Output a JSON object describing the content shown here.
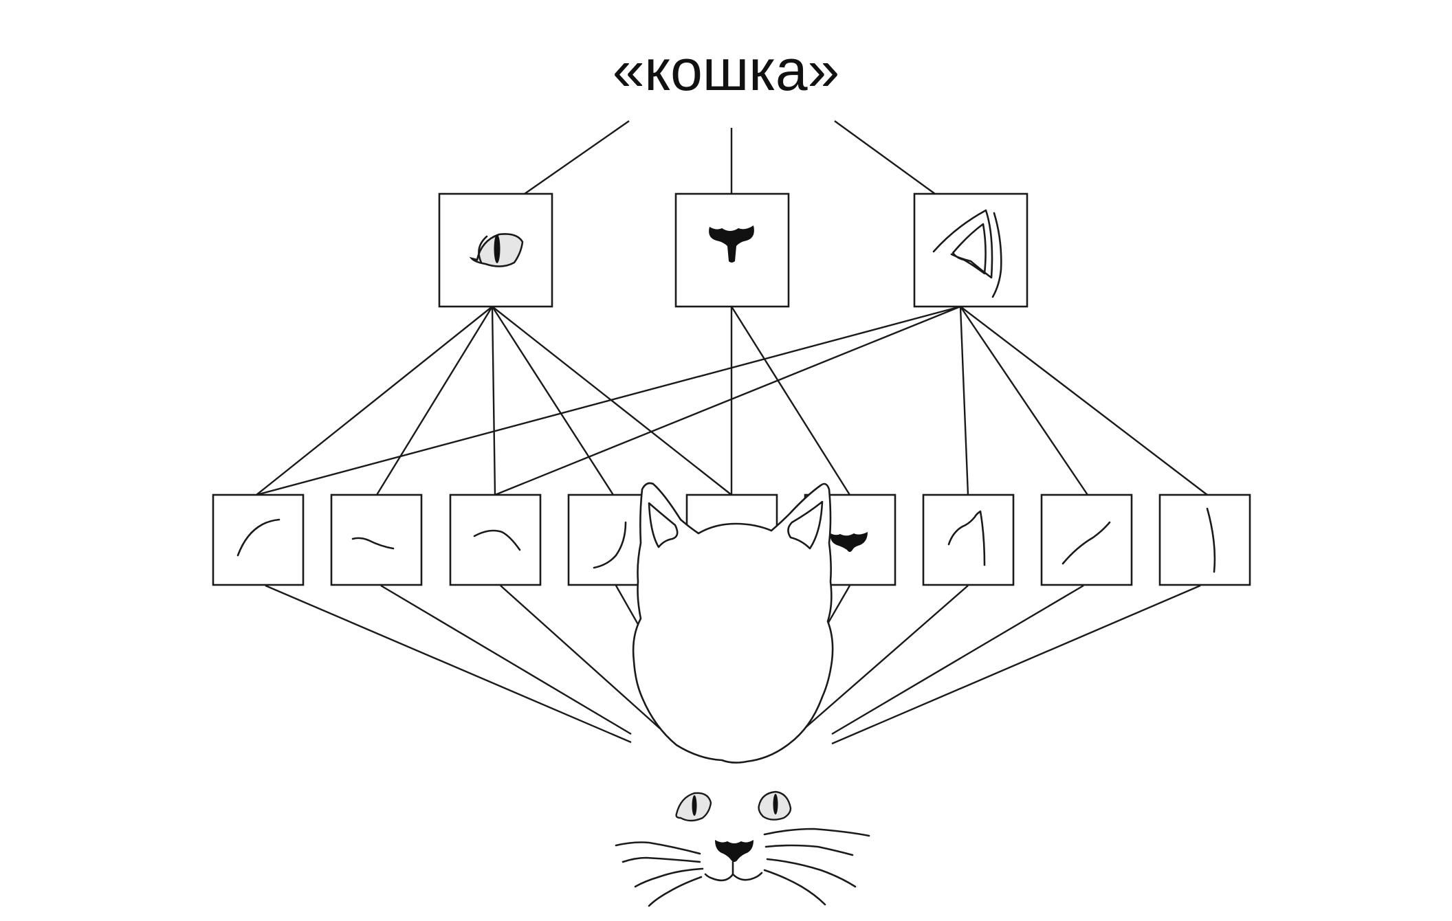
{
  "diagram": {
    "title": "«кошка»",
    "high_level_features": [
      {
        "id": "eye",
        "icon": "cat-eye-icon"
      },
      {
        "id": "nose",
        "icon": "cat-nose-icon"
      },
      {
        "id": "ear",
        "icon": "cat-ear-icon"
      }
    ],
    "low_level_features": [
      {
        "id": "f1",
        "icon": "curve-arc-up-icon"
      },
      {
        "id": "f2",
        "icon": "curve-wave-icon"
      },
      {
        "id": "f3",
        "icon": "curve-arc-down-icon"
      },
      {
        "id": "f4",
        "icon": "curve-hook-icon"
      },
      {
        "id": "f5",
        "icon": "pupil-slit-icon"
      },
      {
        "id": "f6",
        "icon": "nose-shape-icon"
      },
      {
        "id": "f7",
        "icon": "ear-outline-icon"
      },
      {
        "id": "f8",
        "icon": "diagonal-stroke-icon"
      },
      {
        "id": "f9",
        "icon": "vertical-curve-icon"
      }
    ],
    "input_image": {
      "icon": "cat-face-icon"
    },
    "connections_title_to_high": [
      "eye",
      "nose",
      "ear"
    ],
    "connections_high_to_low": {
      "eye": [
        "f1",
        "f2",
        "f3",
        "f4",
        "f5"
      ],
      "nose": [
        "f5",
        "f6"
      ],
      "ear": [
        "f1",
        "f3",
        "f7",
        "f8",
        "f9"
      ]
    },
    "connections_low_to_input": [
      "f1",
      "f2",
      "f3",
      "f4",
      "f5",
      "f6",
      "f7",
      "f8",
      "f9"
    ]
  }
}
